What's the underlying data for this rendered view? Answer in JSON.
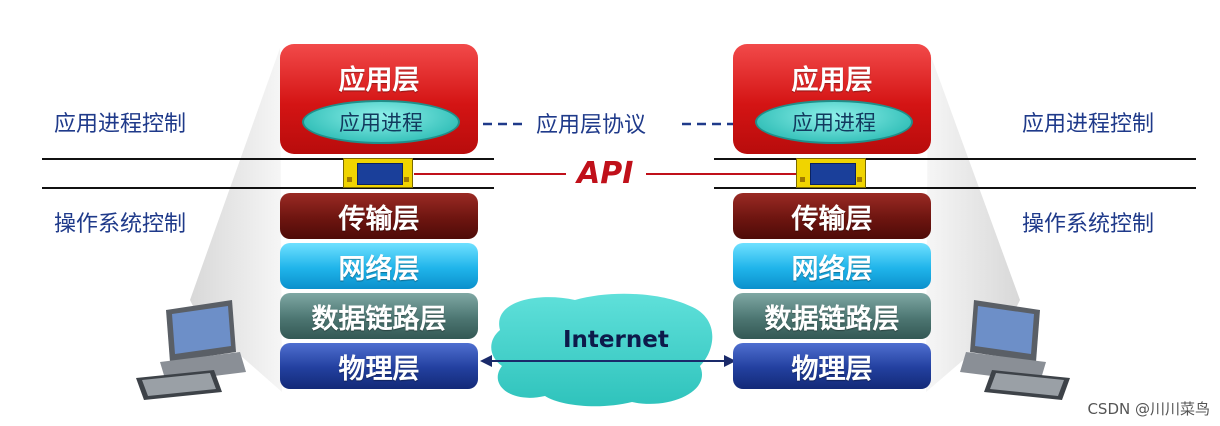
{
  "left_side": {
    "app_control": "应用进程控制",
    "os_control": "操作系统控制"
  },
  "right_side": {
    "app_control": "应用进程控制",
    "os_control": "操作系统控制"
  },
  "left_stack": {
    "application": "应用层",
    "process": "应用进程",
    "transport": "传输层",
    "network": "网络层",
    "datalink": "数据链路层",
    "physical": "物理层"
  },
  "right_stack": {
    "application": "应用层",
    "process": "应用进程",
    "transport": "传输层",
    "network": "网络层",
    "datalink": "数据链路层",
    "physical": "物理层"
  },
  "protocol_label": "应用层协议",
  "api_label": "API",
  "internet_label": "Internet",
  "watermark": "CSDN @川川菜鸟",
  "colors": {
    "application": "#d41414",
    "transport": "#6e1510",
    "network": "#1fb4ea",
    "datalink": "#4d7672",
    "physical": "#223f9e",
    "api": "#c0101a",
    "side_text": "#1f3a8a"
  }
}
